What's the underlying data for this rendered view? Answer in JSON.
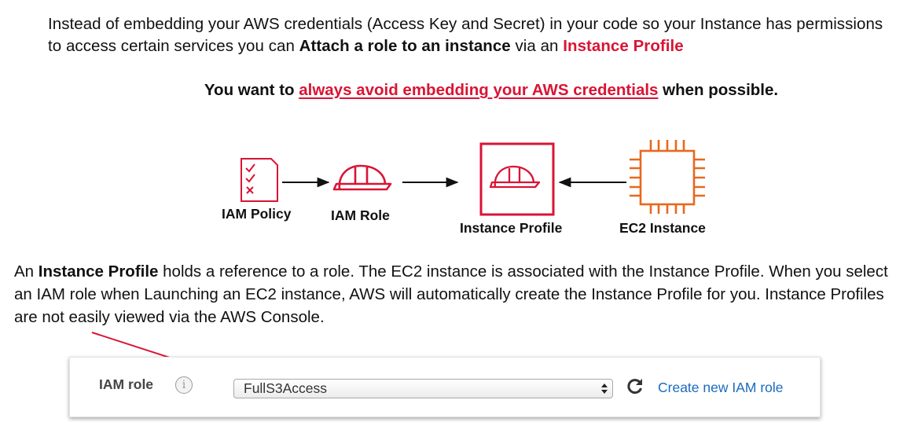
{
  "intro": {
    "part1": "Instead of embedding your AWS credentials (Access Key and Secret) in your code so your Instance has permissions to access certain services you can ",
    "bold": "Attach a role to an instance",
    "part2": " via an ",
    "highlight": "Instance Profile"
  },
  "warning": {
    "prefix": "You want to ",
    "link": "always avoid embedding your AWS credentials",
    "suffix": " when possible."
  },
  "diagram": {
    "labels": {
      "policy": "IAM Policy",
      "role": "IAM Role",
      "profile": "Instance Profile",
      "ec2": "EC2 Instance"
    },
    "colors": {
      "accent_red": "#d91434",
      "ec2_orange": "#e8691d"
    },
    "icons": [
      "checklist-icon",
      "hard-hat-icon",
      "hard-hat-icon",
      "chip-icon",
      "arrow-right-icon",
      "arrow-left-icon"
    ]
  },
  "description": {
    "prefix": "An ",
    "bold": "Instance Profile",
    "rest": " holds a reference to a role. The EC2 instance is associated with the  Instance Profile. When you select an IAM role when Launching an EC2 instance, AWS will automatically create the Instance Profile for you. Instance Profiles are not easily viewed via the AWS Console."
  },
  "console": {
    "label": "IAM role",
    "info_icon": "i",
    "selected_value": "FullS3Access",
    "refresh_icon": "refresh-icon",
    "create_link": "Create new IAM role",
    "link_color": "#1a6bbd"
  }
}
